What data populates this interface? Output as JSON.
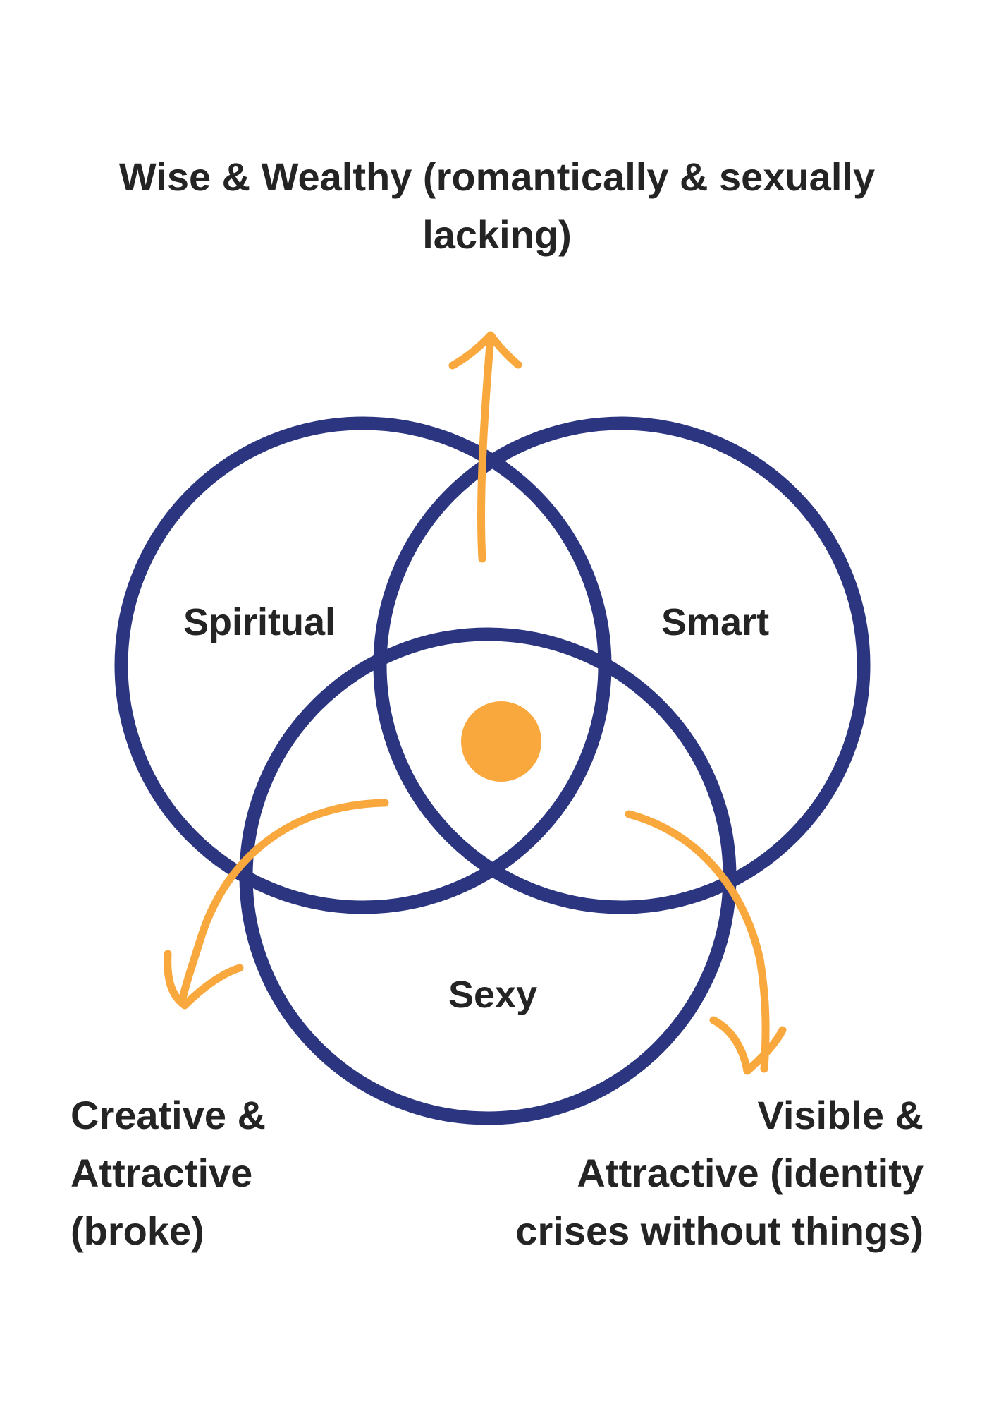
{
  "colors": {
    "circle_stroke": "#2b3580",
    "accent": "#f9a83d",
    "text": "#242424",
    "background": "#ffffff"
  },
  "labels": {
    "top": [
      "Wise & Wealthy (romantically & sexually",
      "lacking)"
    ],
    "left": [
      "Creative &",
      "Attractive",
      "(broke)"
    ],
    "right": [
      "Visible &",
      "Attractive (identity",
      "crises without things)"
    ]
  },
  "circles": {
    "spiritual": "Spiritual",
    "smart": "Smart",
    "sexy": "Sexy"
  }
}
